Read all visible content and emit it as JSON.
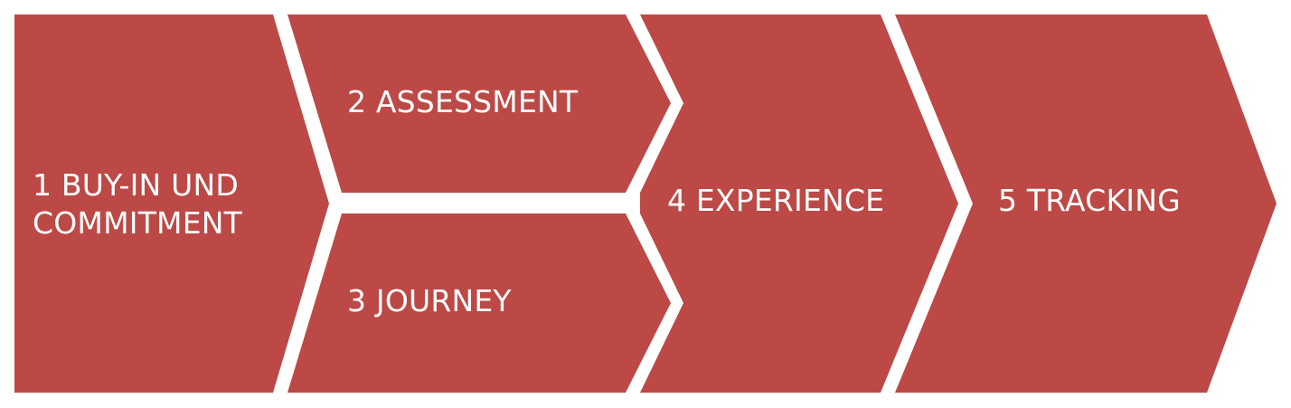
{
  "diagram": {
    "fill_color": "#bc4946",
    "text_color": "#ffffff",
    "background": "#ffffff",
    "steps": [
      {
        "line1": "1 BUY-IN UND",
        "line2": "COMMITMENT"
      },
      {
        "line1": "2 ASSESSMENT"
      },
      {
        "line1": "3 JOURNEY"
      },
      {
        "line1": "4 EXPERIENCE"
      },
      {
        "line1": "5 TRACKING"
      }
    ]
  }
}
